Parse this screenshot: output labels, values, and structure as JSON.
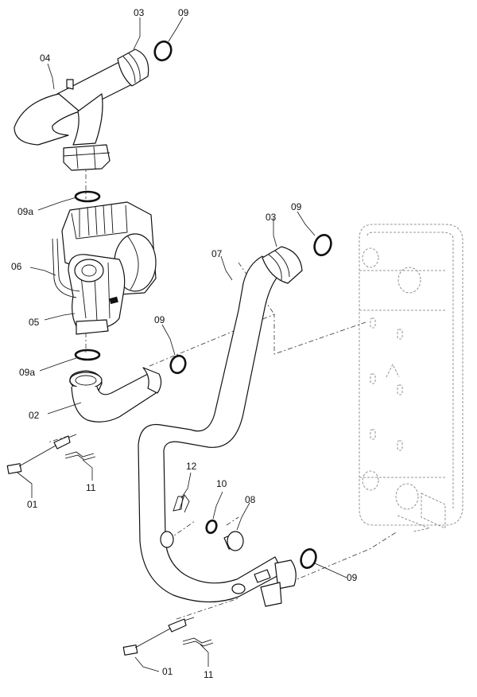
{
  "callouts": {
    "c01_top": "01",
    "c01_bottom": "01",
    "c02": "02",
    "c03_top": "03",
    "c03_right": "03",
    "c04": "04",
    "c05": "05",
    "c06": "06",
    "c07": "07",
    "c08": "08",
    "c09_top": "09",
    "c09_right": "09",
    "c09_mid": "09",
    "c09_bottom": "09",
    "c09a_top": "09a",
    "c09a_bottom": "09a",
    "c10": "10",
    "c11_top": "11",
    "c11_bottom": "11",
    "c12": "12"
  }
}
